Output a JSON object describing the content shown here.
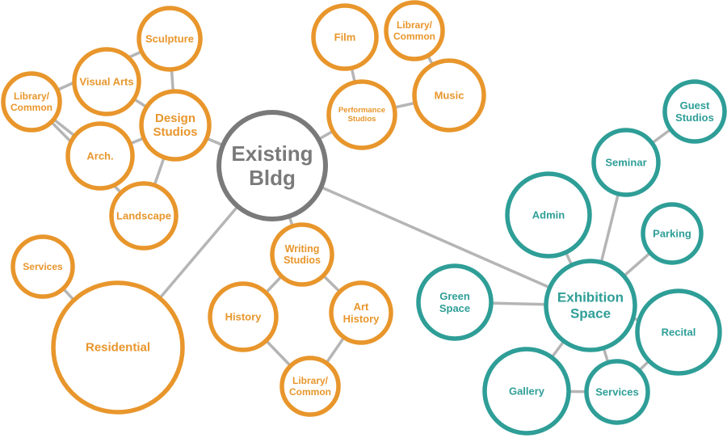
{
  "colors": {
    "orange": "#E8962C",
    "teal": "#2E9E97",
    "gray": "#7A7A7A",
    "connector": "#B5B5B5"
  },
  "nodes": {
    "sculpture": {
      "lines": [
        "Sculpture"
      ],
      "group": "orange"
    },
    "visual_arts": {
      "lines": [
        "Visual Arts"
      ],
      "group": "orange"
    },
    "library_common_left": {
      "lines": [
        "Library/",
        "Common"
      ],
      "group": "orange"
    },
    "design_studios": {
      "lines": [
        "Design",
        "Studios"
      ],
      "group": "orange"
    },
    "arch": {
      "lines": [
        "Arch."
      ],
      "group": "orange"
    },
    "landscape": {
      "lines": [
        "Landscape"
      ],
      "group": "orange"
    },
    "film": {
      "lines": [
        "Film"
      ],
      "group": "orange"
    },
    "library_common_top": {
      "lines": [
        "Library/",
        "Common"
      ],
      "group": "orange"
    },
    "performance_studios": {
      "lines": [
        "Performance",
        "Studios"
      ],
      "group": "orange"
    },
    "music": {
      "lines": [
        "Music"
      ],
      "group": "orange"
    },
    "existing_bldg": {
      "lines": [
        "Existing",
        "Bldg"
      ],
      "group": "gray"
    },
    "services_left": {
      "lines": [
        "Services"
      ],
      "group": "orange"
    },
    "residential": {
      "lines": [
        "Residential"
      ],
      "group": "orange"
    },
    "writing_studios": {
      "lines": [
        "Writing",
        "Studios"
      ],
      "group": "orange"
    },
    "history": {
      "lines": [
        "History"
      ],
      "group": "orange"
    },
    "art_history": {
      "lines": [
        "Art",
        "History"
      ],
      "group": "orange"
    },
    "library_common_bottom": {
      "lines": [
        "Library/",
        "Common"
      ],
      "group": "orange"
    },
    "guest_studios": {
      "lines": [
        "Guest",
        "Studios"
      ],
      "group": "teal"
    },
    "seminar": {
      "lines": [
        "Seminar"
      ],
      "group": "teal"
    },
    "admin": {
      "lines": [
        "Admin"
      ],
      "group": "teal"
    },
    "parking": {
      "lines": [
        "Parking"
      ],
      "group": "teal"
    },
    "green_space": {
      "lines": [
        "Green",
        "Space"
      ],
      "group": "teal"
    },
    "exhibition_space": {
      "lines": [
        "Exhibition",
        "Space"
      ],
      "group": "teal"
    },
    "recital": {
      "lines": [
        "Recital"
      ],
      "group": "teal"
    },
    "gallery": {
      "lines": [
        "Gallery"
      ],
      "group": "teal"
    },
    "services_right": {
      "lines": [
        "Services"
      ],
      "group": "teal"
    }
  },
  "edges": [
    [
      "library_common_left",
      "sculpture"
    ],
    [
      "library_common_left",
      "landscape"
    ],
    [
      "library_common_left",
      "arch"
    ],
    [
      "sculpture",
      "design_studios"
    ],
    [
      "visual_arts",
      "design_studios"
    ],
    [
      "arch",
      "design_studios"
    ],
    [
      "landscape",
      "design_studios"
    ],
    [
      "design_studios",
      "existing_bldg"
    ],
    [
      "film",
      "performance_studios"
    ],
    [
      "library_common_top",
      "music"
    ],
    [
      "performance_studios",
      "music"
    ],
    [
      "performance_studios",
      "existing_bldg"
    ],
    [
      "existing_bldg",
      "residential"
    ],
    [
      "existing_bldg",
      "writing_studios"
    ],
    [
      "existing_bldg",
      "exhibition_space"
    ],
    [
      "services_left",
      "residential"
    ],
    [
      "writing_studios",
      "history"
    ],
    [
      "writing_studios",
      "art_history"
    ],
    [
      "history",
      "library_common_bottom"
    ],
    [
      "art_history",
      "library_common_bottom"
    ],
    [
      "guest_studios",
      "seminar"
    ],
    [
      "seminar",
      "exhibition_space"
    ],
    [
      "admin",
      "exhibition_space"
    ],
    [
      "parking",
      "exhibition_space"
    ],
    [
      "green_space",
      "exhibition_space"
    ],
    [
      "recital",
      "exhibition_space"
    ],
    [
      "gallery",
      "exhibition_space"
    ],
    [
      "services_right",
      "exhibition_space"
    ],
    [
      "gallery",
      "services_right"
    ],
    [
      "recital",
      "services_right"
    ]
  ]
}
